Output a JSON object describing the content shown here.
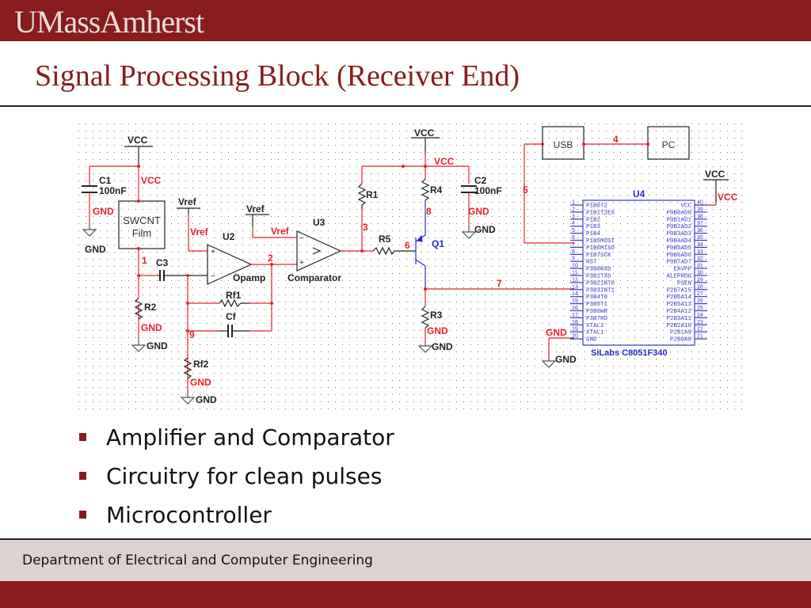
{
  "header": {
    "logo": "UMassAmherst",
    "title": "Signal Processing Block (Receiver End)"
  },
  "schematic": {
    "supply": {
      "vcc": "VCC",
      "gnd": "GND",
      "vref": "Vref"
    },
    "components": {
      "C1": {
        "ref": "C1",
        "value": "100nF"
      },
      "C2": {
        "ref": "C2",
        "value": "100nF"
      },
      "C3": {
        "ref": "C3"
      },
      "Cf": {
        "ref": "Cf"
      },
      "R1": {
        "ref": "R1"
      },
      "R2": {
        "ref": "R2"
      },
      "R3": {
        "ref": "R3"
      },
      "R4": {
        "ref": "R4"
      },
      "R5": {
        "ref": "R5"
      },
      "Rf1": {
        "ref": "Rf1"
      },
      "Rf2": {
        "ref": "Rf2"
      },
      "Q1": {
        "ref": "Q1"
      },
      "U2": {
        "ref": "U2",
        "type": "Opamp"
      },
      "U3": {
        "ref": "U3",
        "type": "Comparator"
      },
      "U4": {
        "ref": "U4",
        "part": "SiLabs C8051F340"
      },
      "sensor": {
        "line1": "SWCNT",
        "line2": "Film"
      },
      "usb": "USB",
      "pc": "PC"
    },
    "nets": [
      "1",
      "2",
      "3",
      "4",
      "5",
      "6",
      "7",
      "8",
      "9"
    ],
    "u4_left_pins": [
      {
        "num": "1",
        "name": "P1B0T2"
      },
      {
        "num": "2",
        "name": "P1B1T2EX"
      },
      {
        "num": "3",
        "name": "P1B2"
      },
      {
        "num": "4",
        "name": "P1B3"
      },
      {
        "num": "5",
        "name": "P1B4"
      },
      {
        "num": "6",
        "name": "P1B5MOSI"
      },
      {
        "num": "7",
        "name": "P1B6MISO"
      },
      {
        "num": "8",
        "name": "P1B7SCK"
      },
      {
        "num": "9",
        "name": "RST"
      },
      {
        "num": "10",
        "name": "P3B0RXD"
      },
      {
        "num": "11",
        "name": "P3B1TXD"
      },
      {
        "num": "12",
        "name": "P3B2INT0"
      },
      {
        "num": "13",
        "name": "P3B3INT1"
      },
      {
        "num": "14",
        "name": "P3B4T0"
      },
      {
        "num": "15",
        "name": "P3B5T1"
      },
      {
        "num": "16",
        "name": "P3B6WR"
      },
      {
        "num": "17",
        "name": "P3B7RD"
      },
      {
        "num": "18",
        "name": "XTAL2"
      },
      {
        "num": "19",
        "name": "XTAL1"
      },
      {
        "num": "20",
        "name": "GND"
      }
    ],
    "u4_right_pins": [
      {
        "num": "40",
        "name": "VCC"
      },
      {
        "num": "39",
        "name": "P0B0AD0"
      },
      {
        "num": "38",
        "name": "P0B1AD1"
      },
      {
        "num": "37",
        "name": "P0B2AD2"
      },
      {
        "num": "36",
        "name": "P0B3AD3"
      },
      {
        "num": "35",
        "name": "P0B4AD4"
      },
      {
        "num": "34",
        "name": "P0B5AD5"
      },
      {
        "num": "33",
        "name": "P0B6AD6"
      },
      {
        "num": "32",
        "name": "P0B7AD7"
      },
      {
        "num": "31",
        "name": "EAVPP"
      },
      {
        "num": "30",
        "name": "ALEPROG"
      },
      {
        "num": "29",
        "name": "PSEN"
      },
      {
        "num": "28",
        "name": "P2B7A15"
      },
      {
        "num": "27",
        "name": "P2B6A14"
      },
      {
        "num": "26",
        "name": "P2B5A13"
      },
      {
        "num": "25",
        "name": "P2B4A12"
      },
      {
        "num": "24",
        "name": "P2B3A11"
      },
      {
        "num": "23",
        "name": "P2B2A10"
      },
      {
        "num": "22",
        "name": "P2B1A9"
      },
      {
        "num": "21",
        "name": "P2B0A8"
      }
    ]
  },
  "bullets": [
    "Amplifier and Comparator",
    "Circuitry for clean pulses",
    "Microcontroller"
  ],
  "footer": {
    "text": "Department of Electrical and Computer Engineering"
  },
  "colors": {
    "brand": "#881c1c",
    "net": "#e8202a",
    "part": "#2a2ad0",
    "footer_bg": "#dcd3d1"
  }
}
